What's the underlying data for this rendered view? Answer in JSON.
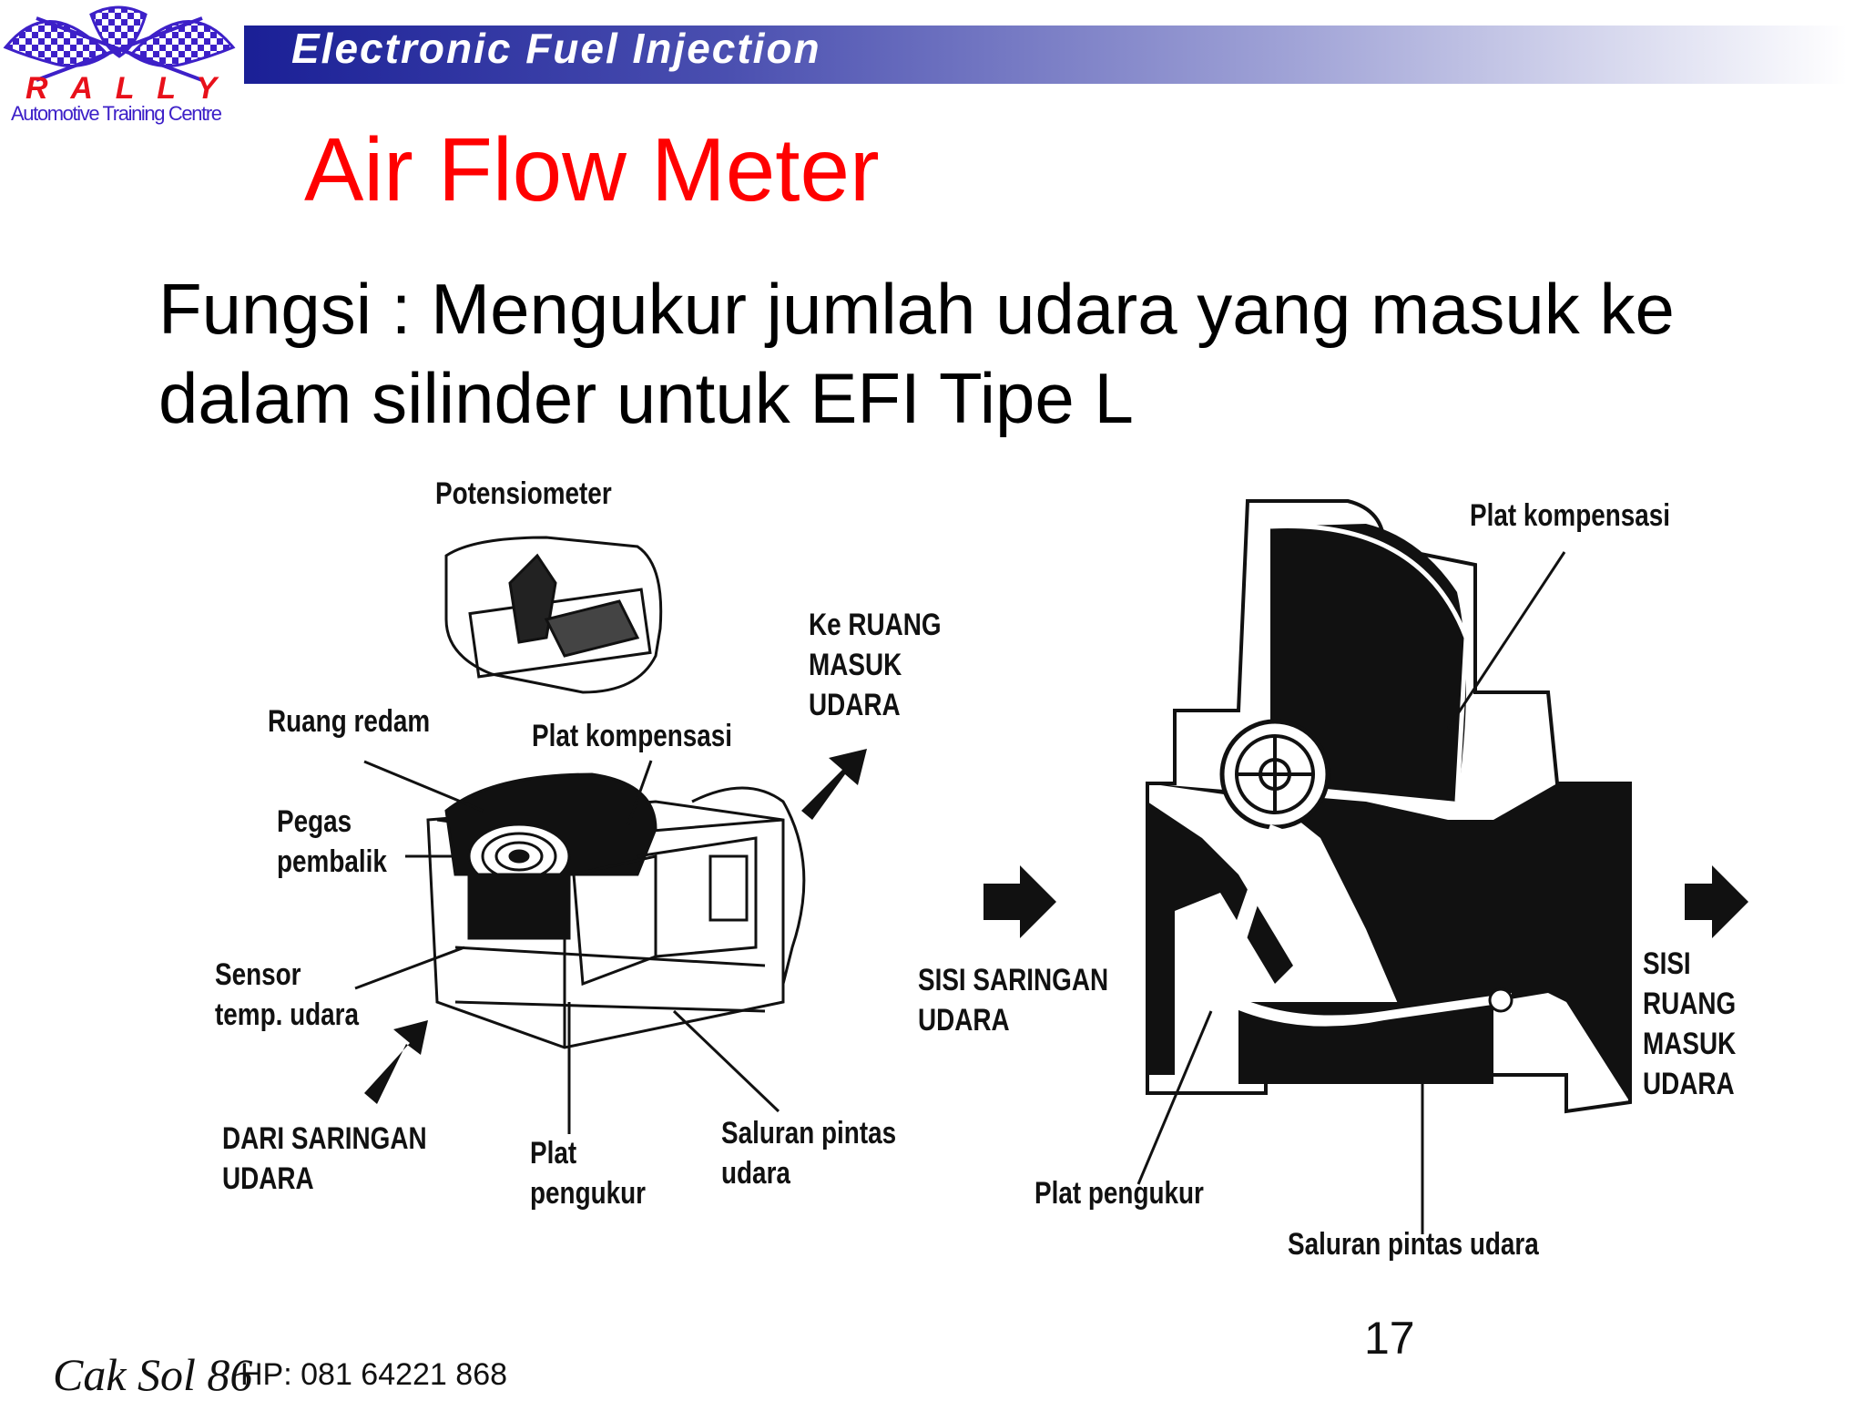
{
  "logo": {
    "name": "RALLY",
    "subtitle": "Automotive Training Centre"
  },
  "header": {
    "title": "Electronic Fuel Injection"
  },
  "slide": {
    "title": "Air Flow Meter",
    "body": "Fungsi : Mengukur jumlah udara yang masuk ke dalam silinder untuk EFI Tipe L"
  },
  "diagram_left": {
    "potensiometer": "Potensiometer",
    "ruang_redam": "Ruang redam",
    "plat_kompensasi": "Plat kompensasi",
    "ke_ruang": "Ke RUANG\nMASUK\nUDARA",
    "pegas": "Pegas\npembalik",
    "sensor": "Sensor\ntemp. udara",
    "dari_saringan": "DARI SARINGAN\nUDARA",
    "plat_pengukur": "Plat\npengukur",
    "saluran": "Saluran pintas\nudara"
  },
  "diagram_right": {
    "plat_kompensasi": "Plat kompensasi",
    "sisi_saringan": "SISI SARINGAN\nUDARA",
    "sisi_ruang": "SISI\nRUANG\nMASUK\nUDARA",
    "plat_pengukur": "Plat pengukur",
    "saluran": "Saluran pintas udara"
  },
  "footer": {
    "signature": "Cak Sol 86",
    "hp": "HP: 081 64221 868",
    "page": "17"
  },
  "colors": {
    "header_start": "#1a1f96",
    "title_red": "#ff0000",
    "logo_purple": "#3d20c8",
    "logo_red": "#e8101a"
  }
}
